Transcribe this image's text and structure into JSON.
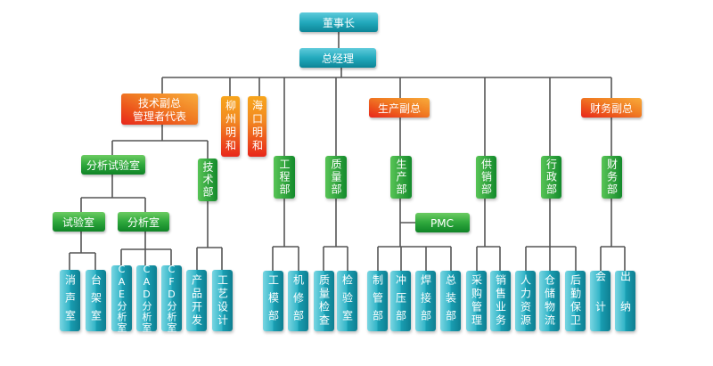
{
  "title": "组织结构图",
  "colors": {
    "teal_top": "#6fd3e0",
    "teal_bottom": "#0e8a9c",
    "green_top": "#5fc35a",
    "green_bottom": "#128a2a",
    "orange_left": "#e8261a",
    "orange_right": "#f7a51c",
    "line": "#555555"
  },
  "nodes": {
    "chairman": "董事长",
    "gm": "总经理",
    "tech_vp": [
      "技术副总",
      "管理者代表"
    ],
    "liuzhou": "柳州明和",
    "haikou": "海口明和",
    "prod_vp": "生产副总",
    "fin_vp": "财务副总",
    "analysis_lab": "分析试验室",
    "test_room": "试验室",
    "analysis_room": "分析室",
    "tech_dept": "技术部",
    "eng_dept": "工程部",
    "quality_dept": "质量部",
    "prod_dept": "生产部",
    "pmc": "PMC",
    "supply_dept": "供销部",
    "admin_dept": "行政部",
    "finance_dept": "财务部",
    "leaves": [
      "消声室",
      "台架室",
      "CAE分析室",
      "CAD分析室",
      "CFD分析室",
      "产品开发",
      "工艺设计",
      "工模部",
      "机修部",
      "质量检查",
      "检验室",
      "制管部",
      "冲压部",
      "焊接部",
      "总装部",
      "采购管理",
      "销售业务",
      "人力资源",
      "仓储物流",
      "后勤保卫",
      "会计",
      "出纳"
    ]
  }
}
